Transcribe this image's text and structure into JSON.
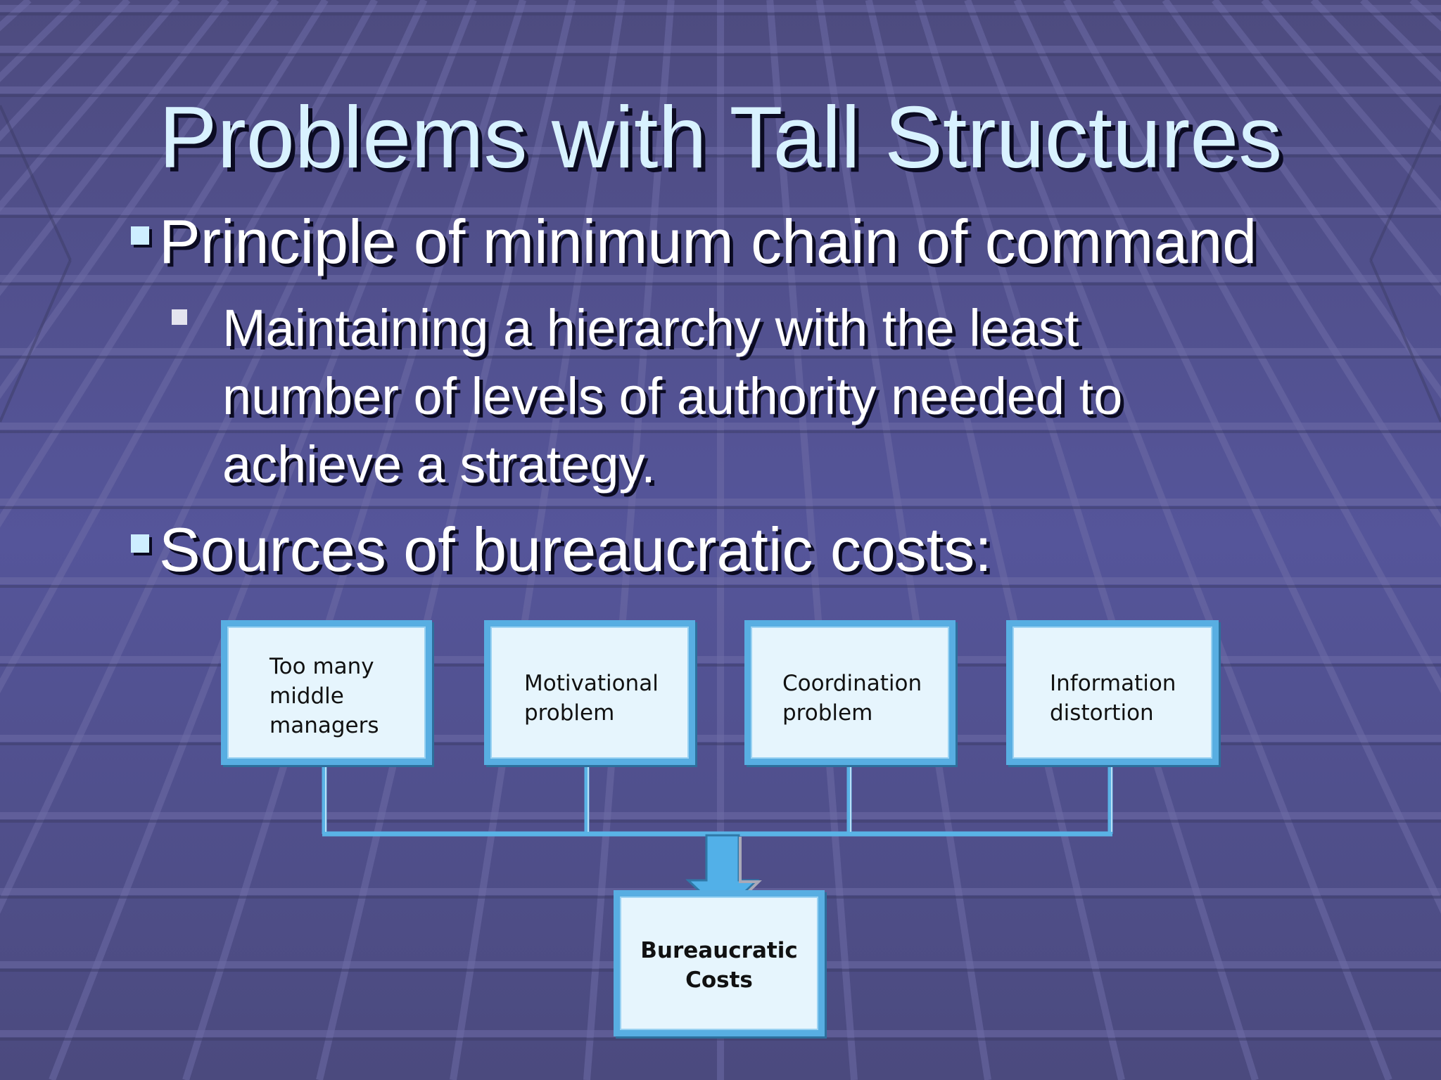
{
  "slide": {
    "title": "Problems with Tall Structures",
    "bullets": [
      {
        "text": "Principle of minimum chain of command",
        "sub": "Maintaining a hierarchy with the least number of levels of authority needed to achieve a strategy."
      },
      {
        "text": "Sources of bureaucratic costs:"
      }
    ]
  },
  "diagram": {
    "sources": [
      "Too many\nmiddle\nmanagers",
      "Motivational\nproblem",
      "Coordination\nproblem",
      "Information\ndistortion"
    ],
    "result": "Bureaucratic\nCosts"
  },
  "colors": {
    "background": "#4f4e86",
    "title": "#d8f2ff",
    "box_fill": "#e6f5fd",
    "box_border": "#58aee2",
    "connector": "#5ab3e6"
  }
}
